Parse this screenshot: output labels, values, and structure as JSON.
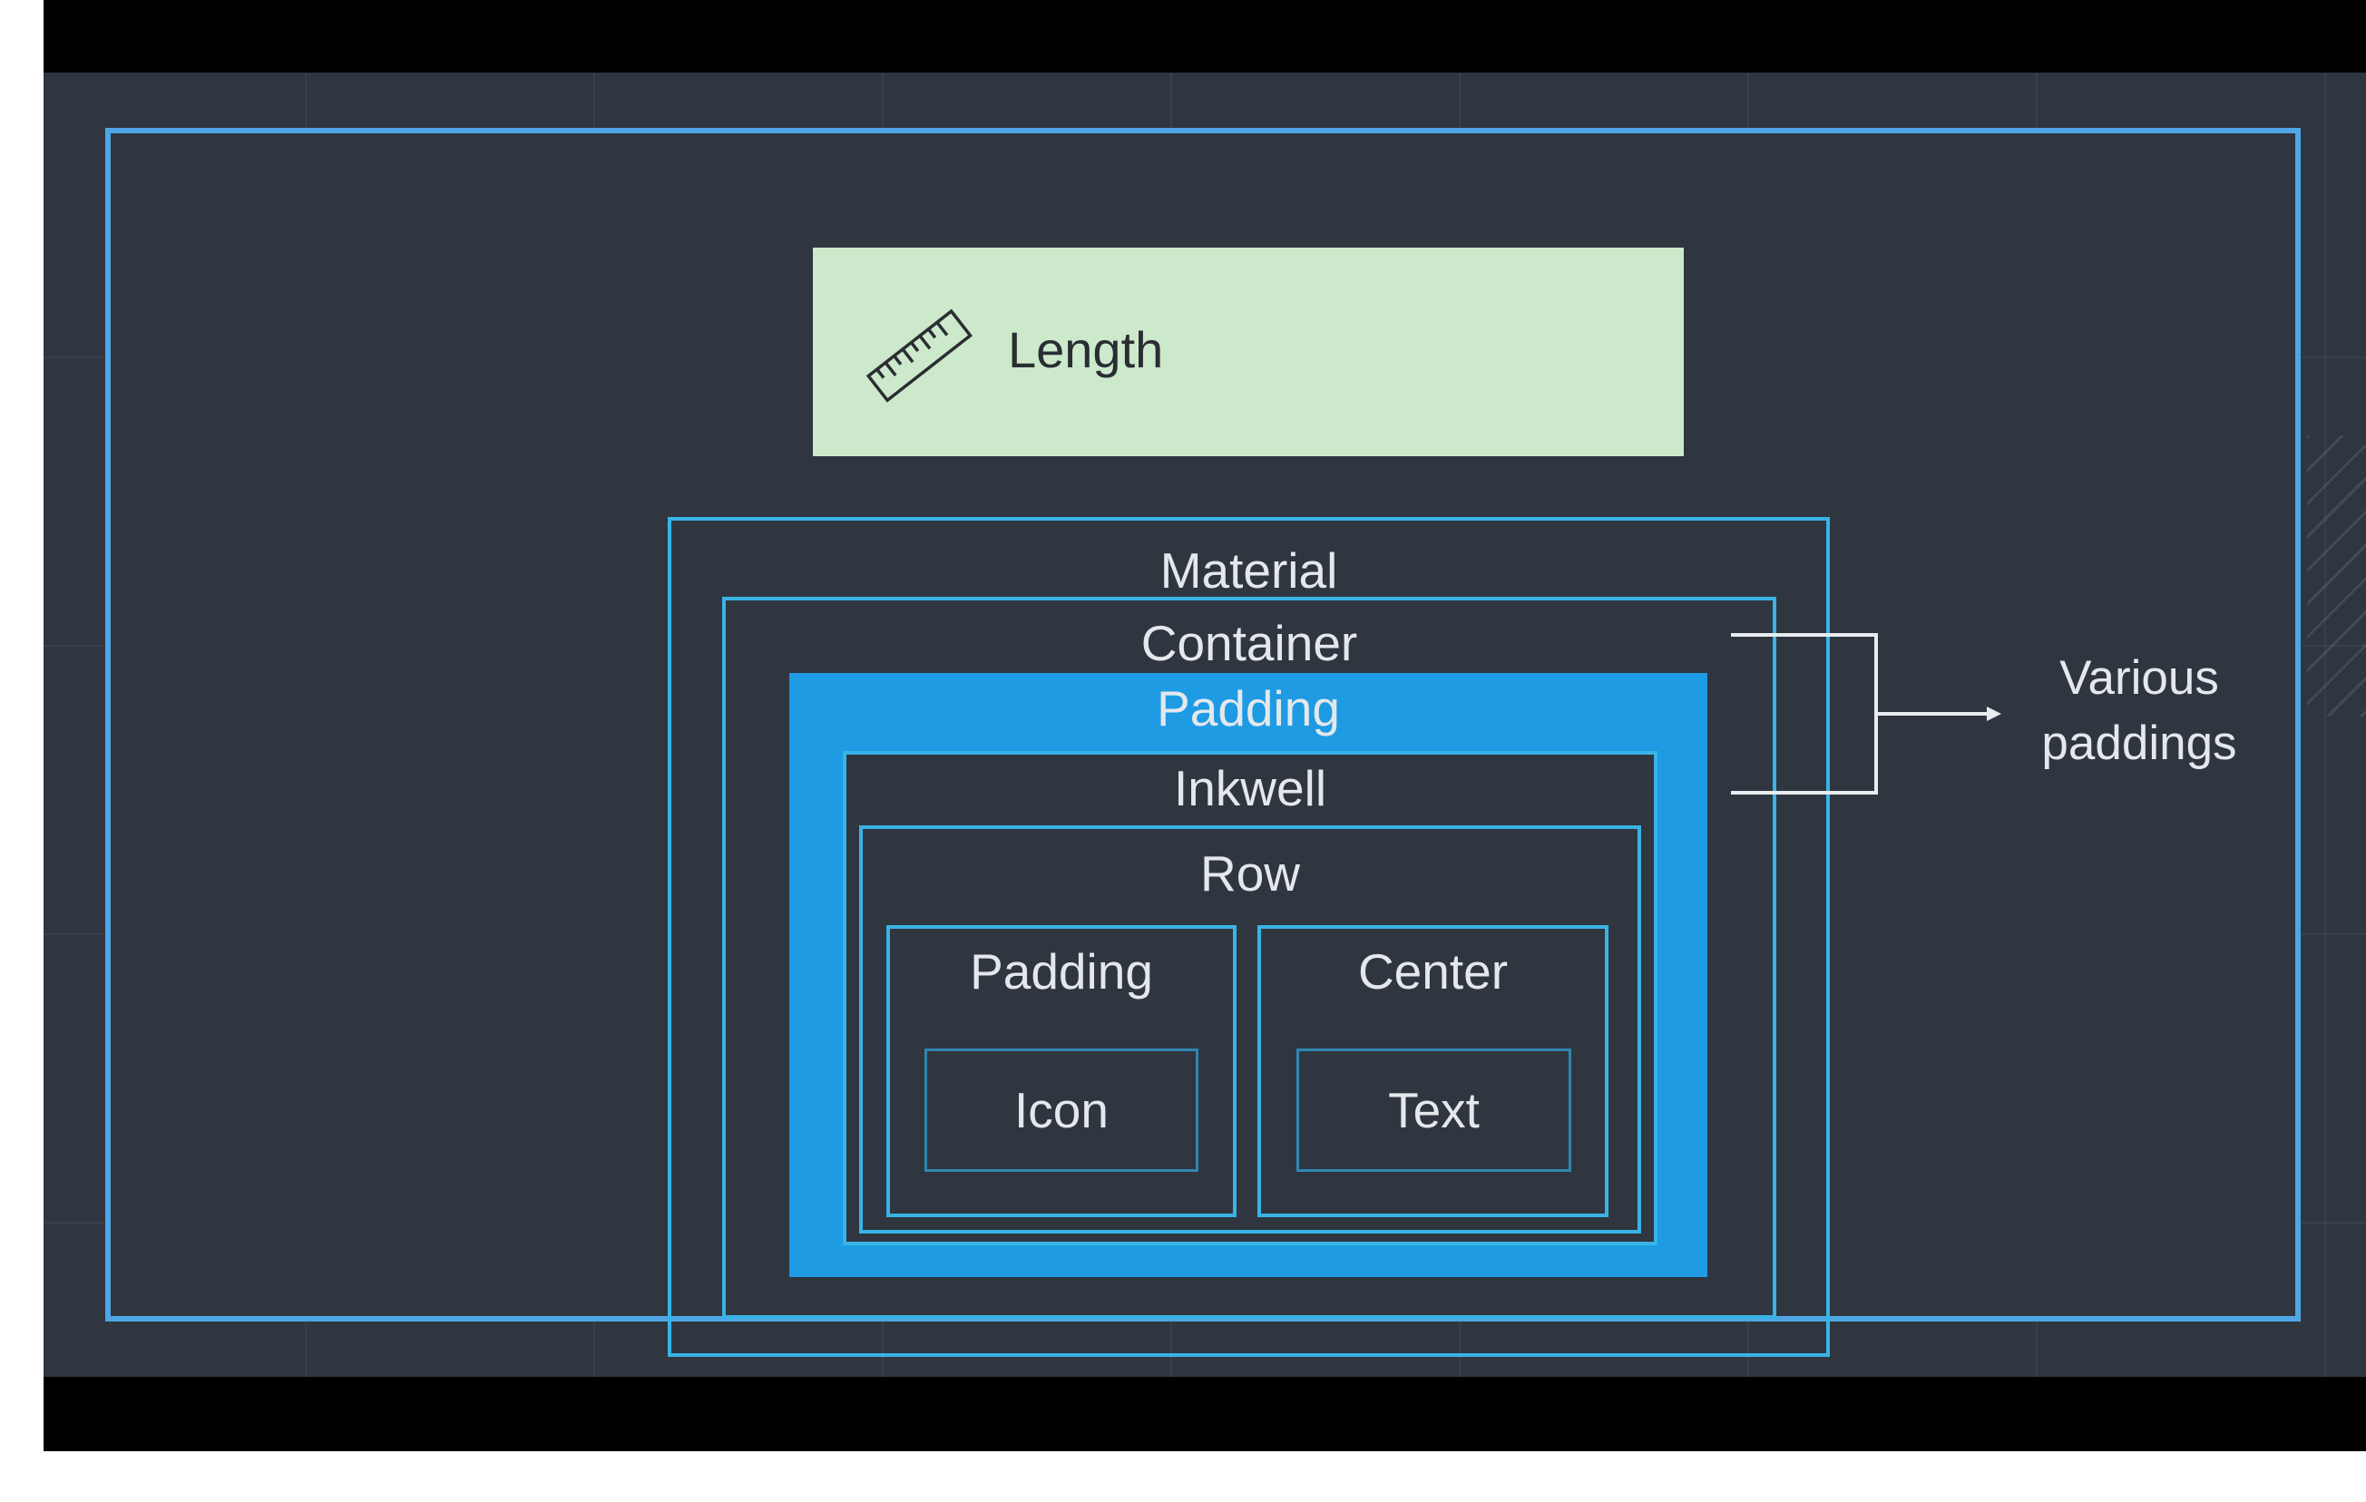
{
  "diagram": {
    "length_card": {
      "label": "Length",
      "icon": "ruler-icon",
      "background": "#cde9cc"
    },
    "nodes": {
      "material": "Material",
      "container": "Container",
      "padding_outer": "Padding",
      "inkwell": "Inkwell",
      "row": "Row",
      "padding_inner": "Padding",
      "center": "Center",
      "icon": "Icon",
      "text": "Text"
    },
    "annotation": {
      "line1": "Various",
      "line2": "paddings"
    },
    "colors": {
      "background": "#2f3640",
      "outline": "#39b3e6",
      "highlight_fill": "#1e9be3",
      "frame": "#4fa6e4",
      "text": "#e4e8ec"
    }
  }
}
